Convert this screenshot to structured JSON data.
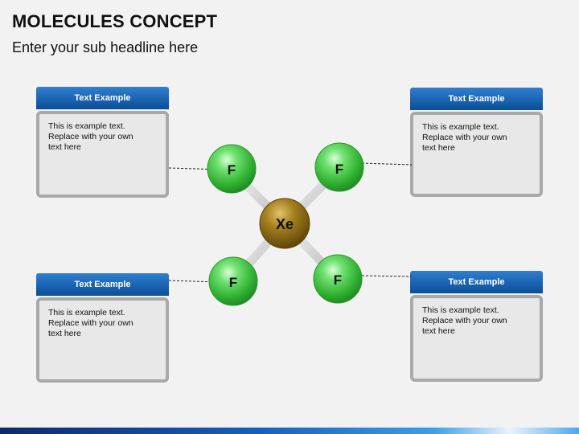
{
  "title": "MOLECULES CONCEPT",
  "subtitle": "Enter your sub headline here",
  "cards": [
    {
      "header": "Text Example",
      "lines": [
        "This is example text.",
        "Replace with your own",
        "text here"
      ]
    },
    {
      "header": "Text Example",
      "lines": [
        "This is example text.",
        "Replace with your own",
        "text here"
      ]
    },
    {
      "header": "Text Example",
      "lines": [
        "This is example text.",
        "Replace with your own",
        "text here"
      ]
    },
    {
      "header": "Text Example",
      "lines": [
        "This is example text.",
        "Replace with your own",
        "text here"
      ]
    }
  ],
  "molecule": {
    "center": "Xe",
    "atoms": [
      "F",
      "F",
      "F",
      "F"
    ]
  },
  "colors": {
    "header_blue": "#1a63b5",
    "atom_green": "#3cc43c",
    "center_brown": "#8a6a12"
  }
}
